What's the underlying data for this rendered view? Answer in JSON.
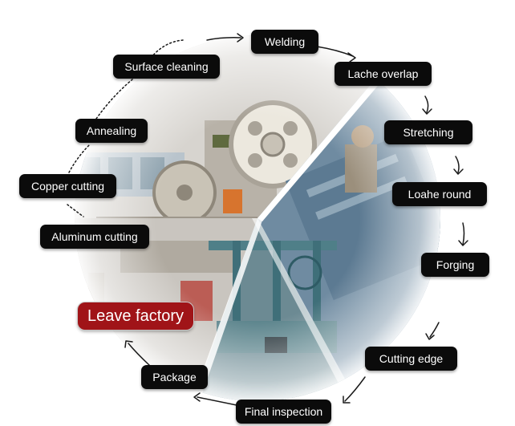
{
  "steps": [
    {
      "id": "welding",
      "label": "Welding"
    },
    {
      "id": "lache-overlap",
      "label": "Lache overlap"
    },
    {
      "id": "stretching",
      "label": "Stretching"
    },
    {
      "id": "loahe-round",
      "label": "Loahe round"
    },
    {
      "id": "forging",
      "label": "Forging"
    },
    {
      "id": "cutting-edge",
      "label": "Cutting edge"
    },
    {
      "id": "final-inspection",
      "label": "Final inspection"
    },
    {
      "id": "package",
      "label": "Package"
    },
    {
      "id": "leave-factory",
      "label": "Leave factory",
      "highlight": true
    },
    {
      "id": "aluminum-cutting",
      "label": "Aluminum cutting"
    },
    {
      "id": "copper-cutting",
      "label": "Copper cutting"
    },
    {
      "id": "annealing",
      "label": "Annealing"
    },
    {
      "id": "surface-cleaning",
      "label": "Surface cleaning"
    }
  ],
  "colors": {
    "label_bg": "#0b0b0b",
    "label_text": "#ffffff",
    "highlight_bg": "#a01418"
  }
}
